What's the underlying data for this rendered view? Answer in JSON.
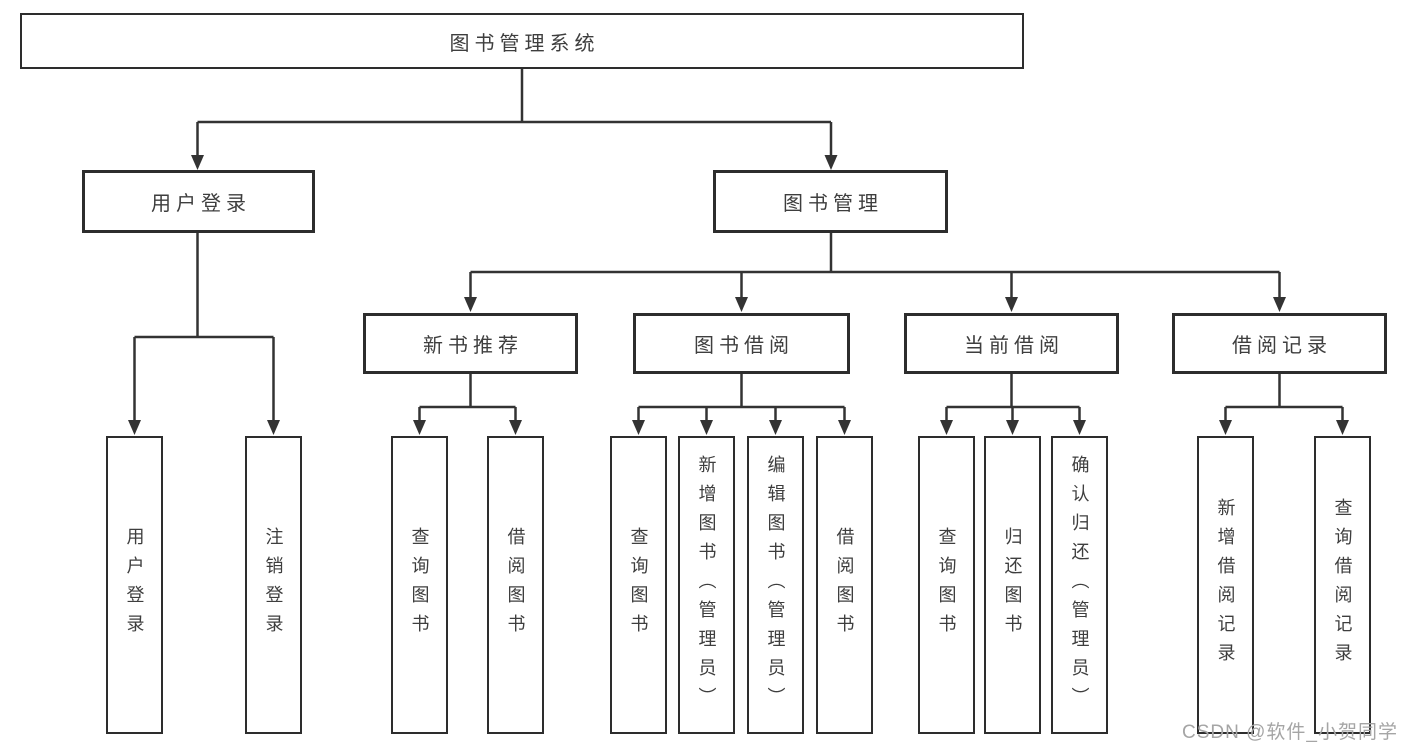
{
  "diagram_title": "图书管理系统",
  "tree": {
    "root": {
      "label": "图书管理系统"
    },
    "branches": [
      {
        "label": "用户登录",
        "children": [
          {
            "label": "用户登录"
          },
          {
            "label": "注销登录"
          }
        ]
      },
      {
        "label": "图书管理",
        "modules": [
          {
            "label": "新书推荐",
            "children": [
              {
                "label": "查询图书"
              },
              {
                "label": "借阅图书"
              }
            ]
          },
          {
            "label": "图书借阅",
            "children": [
              {
                "label": "查询图书"
              },
              {
                "label": "新增图书（管理员）"
              },
              {
                "label": "编辑图书（管理员）"
              },
              {
                "label": "借阅图书"
              }
            ]
          },
          {
            "label": "当前借阅",
            "children": [
              {
                "label": "查询图书"
              },
              {
                "label": "归还图书"
              },
              {
                "label": "确认归还（管理员）"
              }
            ]
          },
          {
            "label": "借阅记录",
            "children": [
              {
                "label": "新增借阅记录"
              },
              {
                "label": "查询借阅记录"
              }
            ]
          }
        ]
      }
    ]
  },
  "watermark": {
    "text": "CSDN @软件_小贺同学"
  },
  "colors": {
    "line": "#333333",
    "box_border": "#2d2d2d",
    "text": "#3e3e3e",
    "watermark": "#a5a5a5",
    "background": "#ffffff"
  }
}
